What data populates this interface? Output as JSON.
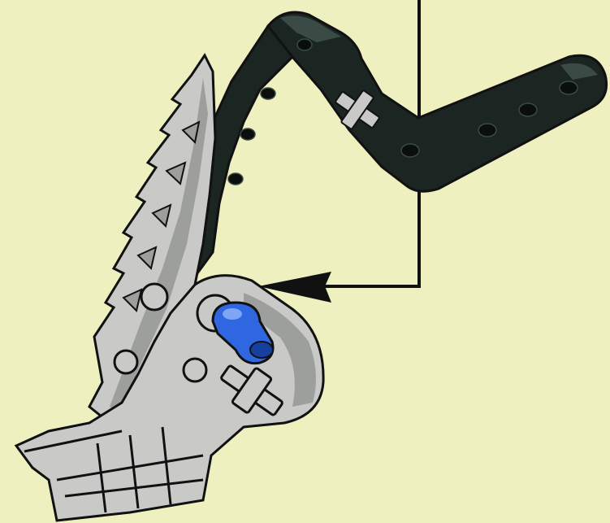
{
  "figure": {
    "background_color": "#eef0bf",
    "part_colors": {
      "beam": "#1b2622",
      "beam_highlight": "#3a4a44",
      "gray_part": "#c9cac8",
      "gray_shadow": "#9d9f9c",
      "blue_pin": "#2f67e0",
      "blue_pin_dark": "#173f9e",
      "outline": "#111111",
      "callout_line": "#111111"
    },
    "parts": [
      {
        "name": "black-angled-beam",
        "color": "black"
      },
      {
        "name": "gray-blade-piece",
        "color": "light-gray"
      },
      {
        "name": "gray-foot-assembly",
        "color": "light-gray"
      },
      {
        "name": "blue-pin",
        "color": "blue"
      },
      {
        "name": "gray-cross-axle",
        "color": "light-gray"
      }
    ],
    "callout": {
      "type": "assembly-arrow",
      "direction": "left"
    }
  }
}
